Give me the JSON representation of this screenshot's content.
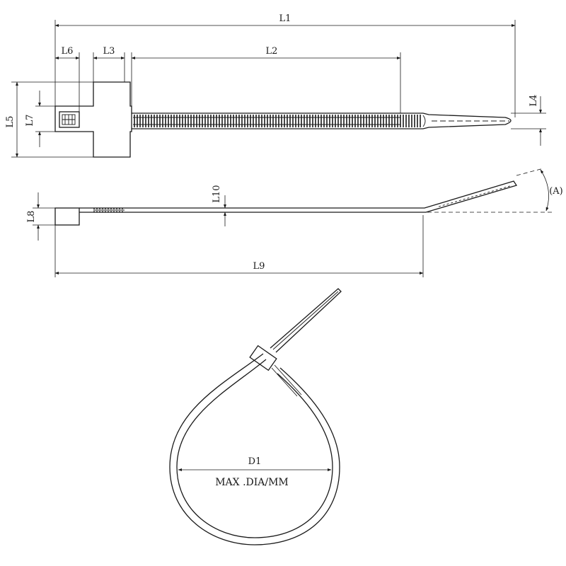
{
  "labels": {
    "L1": "L1",
    "L2": "L2",
    "L3": "L3",
    "L4": "L4",
    "L5": "L5",
    "L6": "L6",
    "L7": "L7",
    "L8": "L8",
    "L9": "L9",
    "L10": "L10",
    "A": "(A)",
    "D1": "D1",
    "max_dia": "MAX .DIA/MM"
  }
}
